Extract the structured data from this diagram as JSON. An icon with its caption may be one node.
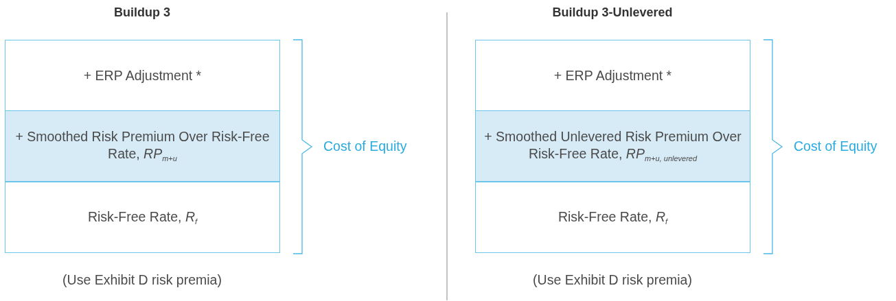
{
  "diagram": {
    "nodes": [
      {
        "text": [
          "+ ERP Adjustment *"
        ]
      },
      {
        "text": [
          "+ Smoothed Risk Premium Over Risk-Free Rate, *RP*$_{m+u}$"
        ]
      },
      {
        "text": [
          "Risk-Free Rate, *R*$_{f}$"
        ]
      },
      {
        "text": [
          "+ ERP Adjustment *"
        ]
      },
      {
        "text": [
          "+ Smoothed Unlevered Risk Premium Over Risk-Free Rate, *RP*$_{m+u, unlevered}$"
        ]
      },
      {
        "text": [
          "Risk-Free Rate, *R*$_{f}$"
        ]
      }
    ],
    "labels": [
      "Buildup 3",
      "Buildup 3-Unlevered",
      "Cost of Equity",
      "Cost of Equity",
      "(Use Exhibit D risk premia)",
      "(Use Exhibit D risk premia)"
    ]
  }
}
